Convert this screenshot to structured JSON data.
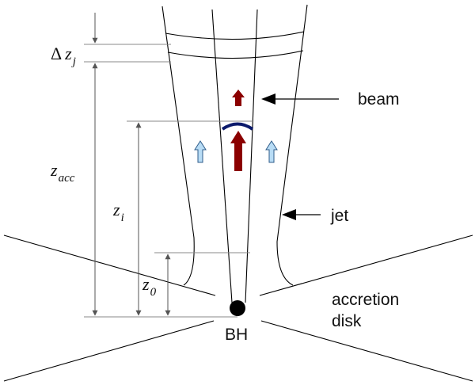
{
  "labels": {
    "delta_zj": {
      "symbol": "Δ",
      "main": "z",
      "sub": "j"
    },
    "z_acc": {
      "main": "z",
      "sub": "acc"
    },
    "z_i": {
      "main": "z",
      "sub": "i"
    },
    "z_0": {
      "main": "z",
      "sub": "0"
    },
    "beam": "beam",
    "jet": "jet",
    "accretion_disk_line1": "accretion",
    "accretion_disk_line2": "disk",
    "bh": "BH"
  },
  "colors": {
    "beam_arrow": "#8b0000",
    "flow_arrow": "#b8dcf5",
    "flow_arrow_outline": "#2f5d8a",
    "shock_arc": "#0b1a6b",
    "black_hole": "#000000"
  }
}
